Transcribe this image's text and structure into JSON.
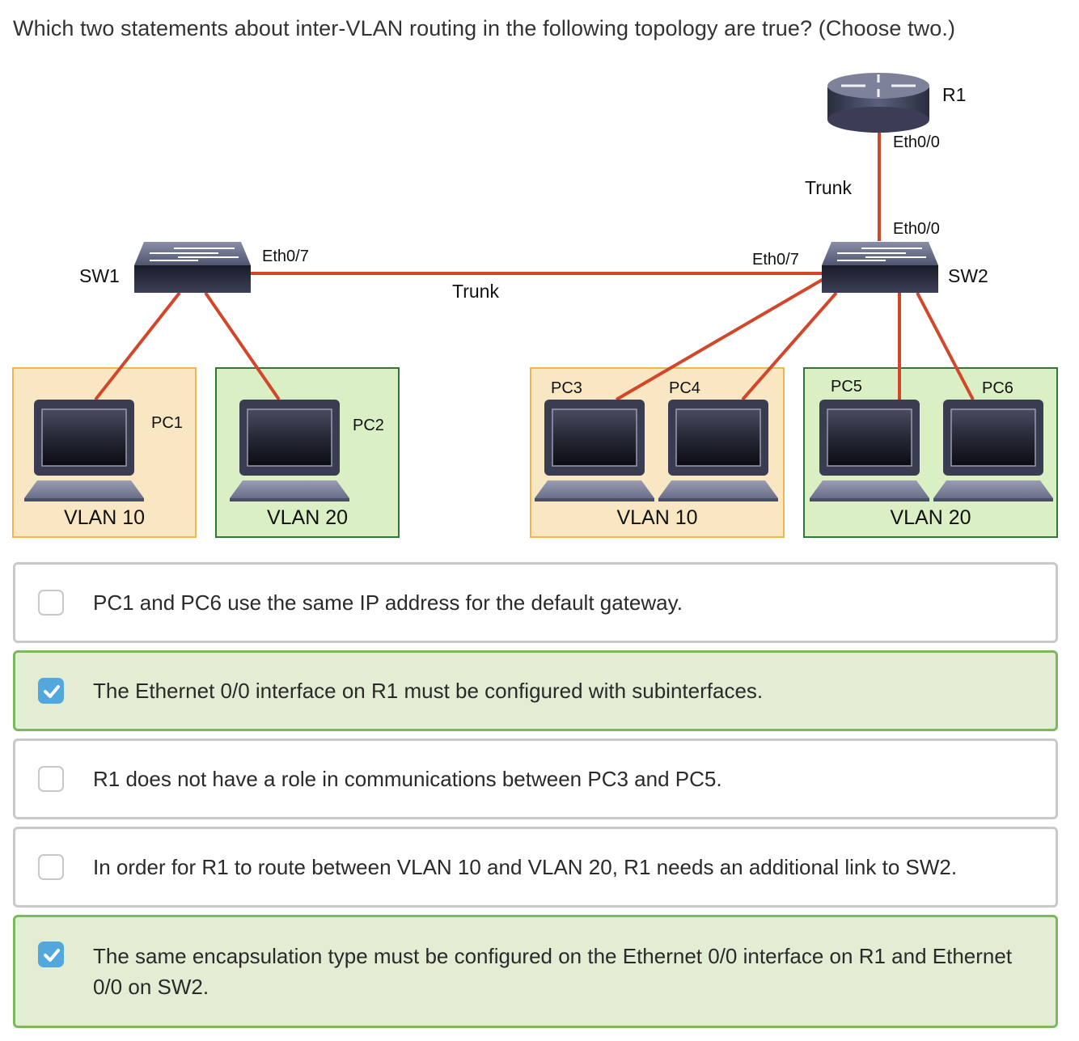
{
  "question": "Which two statements about inter-VLAN routing in the following topology are true? (Choose two.)",
  "topology": {
    "devices": {
      "router": "R1",
      "switch1": "SW1",
      "switch2": "SW2",
      "pcs": [
        "PC1",
        "PC2",
        "PC3",
        "PC4",
        "PC5",
        "PC6"
      ]
    },
    "interfaces": {
      "r1_port": "Eth0/0",
      "sw2_uplink": "Eth0/0",
      "sw1_port": "Eth0/7",
      "sw2_port": "Eth0/7"
    },
    "links": {
      "r1_sw2": "Trunk",
      "sw1_sw2": "Trunk"
    },
    "vlans": {
      "left_vlan10": "VLAN 10",
      "left_vlan20": "VLAN 20",
      "right_vlan10": "VLAN 10",
      "right_vlan20": "VLAN 20"
    },
    "colors": {
      "link": "#d2472a",
      "vlan10_fill": "#f9e7c3",
      "vlan10_border": "#f3b64e",
      "vlan20_fill": "#dbefc5",
      "vlan20_border": "#2f7a33"
    }
  },
  "options": [
    {
      "text": "PC1 and PC6 use the same IP address for the default gateway.",
      "checked": false
    },
    {
      "text": "The Ethernet 0/0 interface on R1 must be configured with subinterfaces.",
      "checked": true
    },
    {
      "text": "R1 does not have a role in communications between PC3 and PC5.",
      "checked": false
    },
    {
      "text": "In order for R1 to route between VLAN 10 and VLAN 20, R1 needs an additional link to SW2.",
      "checked": false
    },
    {
      "text": "The same encapsulation type must be configured on the Ethernet 0/0 interface on R1 and Ethernet 0/0 on SW2.",
      "checked": true
    }
  ],
  "colors": {
    "selected_border": "#7aba5c",
    "selected_fill": "#e2edd4",
    "checkbox_checked": "#52a8dd",
    "unselected_border": "#c9c9c9"
  }
}
